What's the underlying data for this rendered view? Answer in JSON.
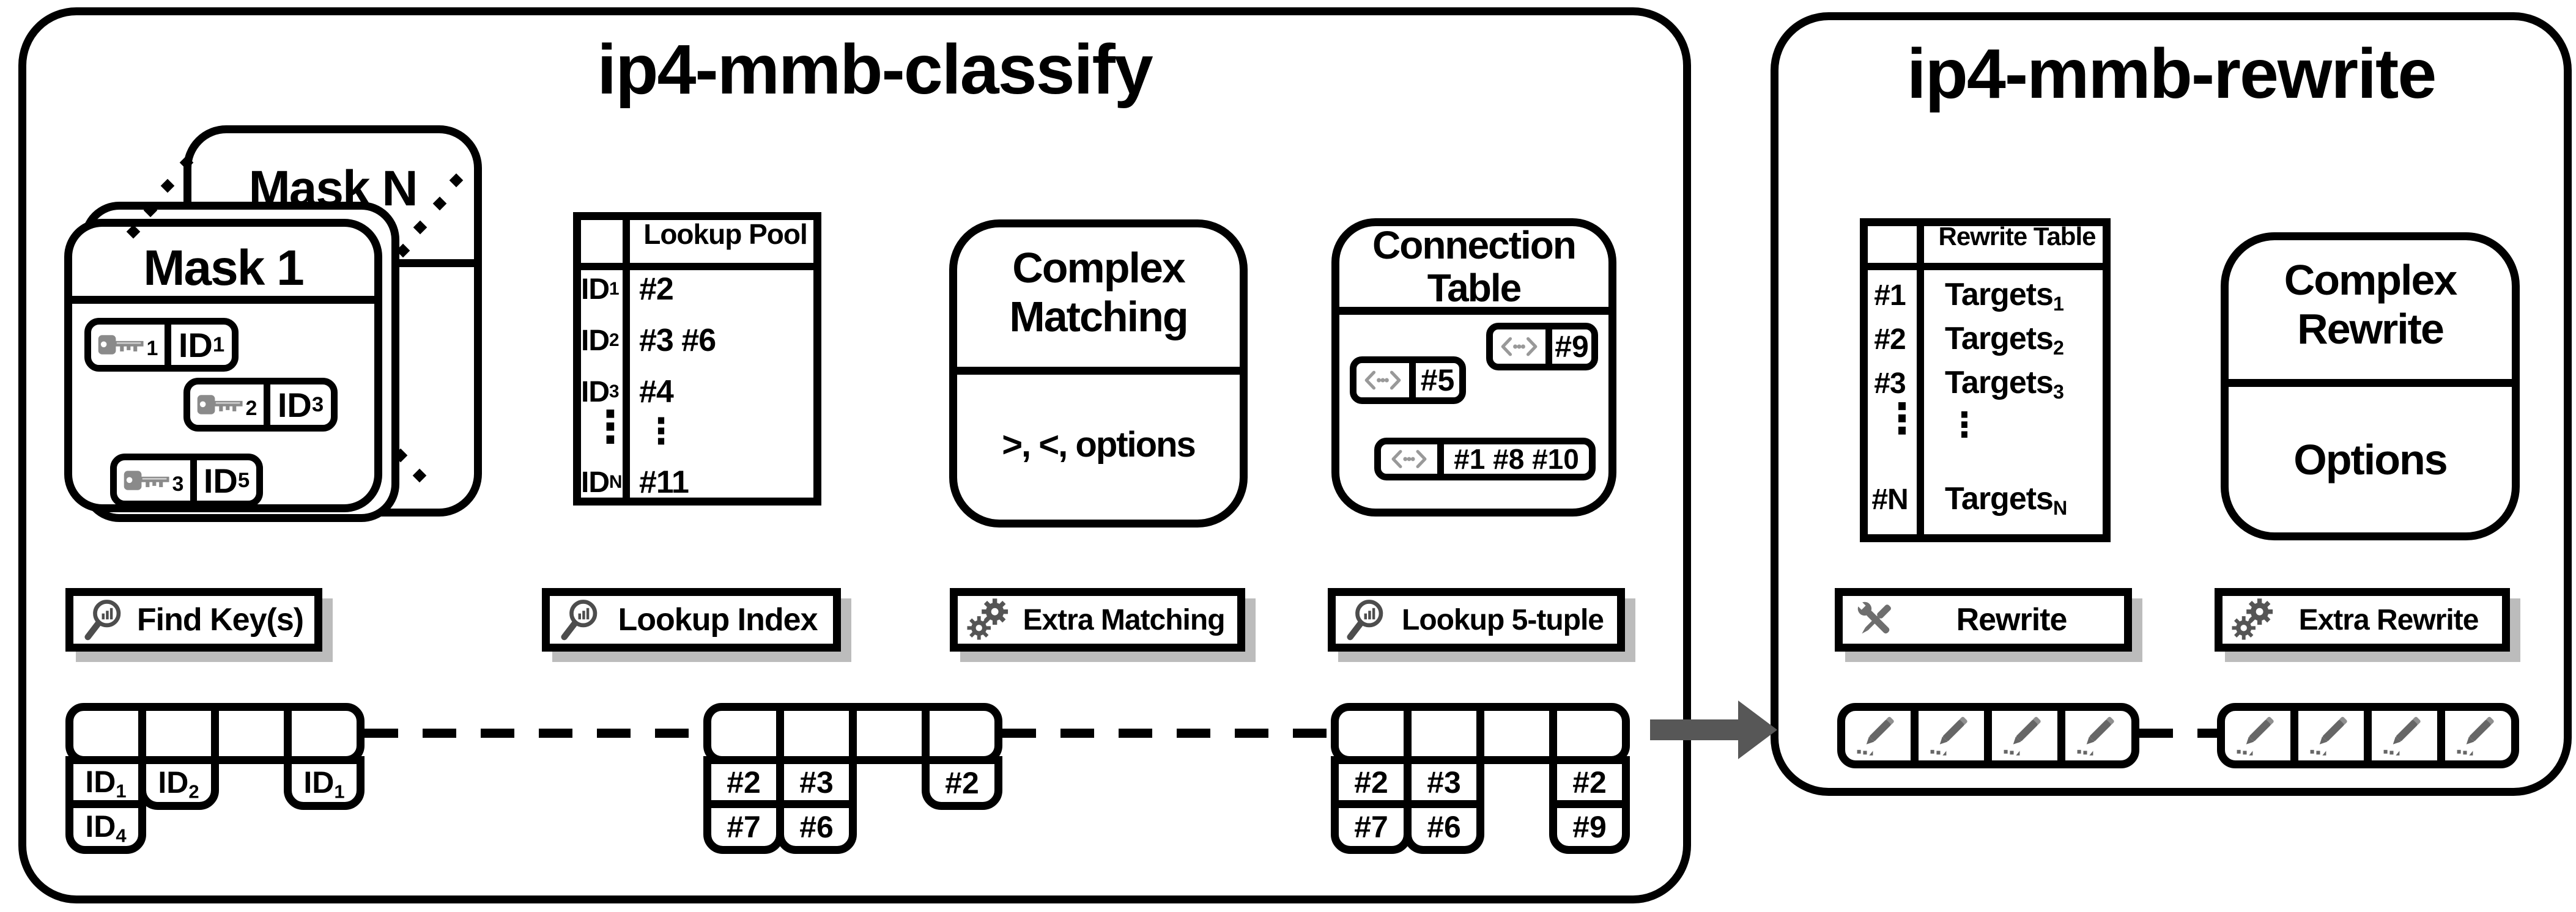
{
  "colors": {
    "stroke": "#000000",
    "background": "#ffffff",
    "icon_gray": "#5a5a5a",
    "key_gray": "#8a8a8a",
    "flow_gray": "#999999",
    "pencil_gray": "#666666",
    "button_shadow": "#bcbcbc",
    "arrow_gray": "#575757"
  },
  "icons": {
    "key": "key-icon",
    "search": "magnifier-chart-icon",
    "gears": "gears-icon",
    "tools": "wrench-screwdriver-icon",
    "connection": "flow-brackets-icon",
    "packet_edit": "pencil-icon"
  },
  "classify": {
    "title": "ip4-mmb-classify",
    "mask_back": "Mask N",
    "mask_front": "Mask 1",
    "keys": [
      {
        "key_sub": "1",
        "id_base": "ID",
        "id_sub": "1"
      },
      {
        "key_sub": "2",
        "id_base": "ID",
        "id_sub": "3"
      },
      {
        "key_sub": "3",
        "id_base": "ID",
        "id_sub": "5"
      }
    ],
    "lookup_pool": {
      "header": "Lookup Pool",
      "ellipsis": "⋮",
      "rows": [
        {
          "id_base": "ID",
          "id_sub": "1",
          "value": "#2"
        },
        {
          "id_base": "ID",
          "id_sub": "2",
          "value": "#3 #6"
        },
        {
          "id_base": "ID",
          "id_sub": "3",
          "value": "#4"
        },
        {
          "id_base": "ID",
          "id_sub": "N",
          "value": "#11"
        }
      ]
    },
    "complex_matching": {
      "title": "Complex Matching",
      "content": ">, <, options"
    },
    "connection_table": {
      "title": "Connection Table",
      "entries": [
        "#5",
        "#9",
        "#1 #8 #10"
      ]
    },
    "buttons": {
      "find_keys": "Find Key(s)",
      "lookup_index": "Lookup Index",
      "extra_matching": "Extra Matching",
      "lookup_5tuple": "Lookup 5-tuple"
    },
    "packet_chains": {
      "chain1": {
        "tabs": [
          {
            "base": "ID",
            "sub": "1"
          },
          {
            "base": "ID",
            "sub": "4"
          },
          {
            "base": "ID",
            "sub": "2"
          },
          {
            "base": "ID",
            "sub": "1"
          }
        ]
      },
      "chain2": {
        "tabs": [
          "#2",
          "#7",
          "#3",
          "#6",
          "#2"
        ]
      },
      "chain3": {
        "tabs": [
          "#2",
          "#7",
          "#3",
          "#6",
          "#2",
          "#9"
        ]
      }
    }
  },
  "rewrite": {
    "title": "ip4-mmb-rewrite",
    "rewrite_table": {
      "header": "Rewrite Table",
      "ellipsis": "⋮",
      "rows": [
        {
          "idx": "#1",
          "base": "Targets",
          "sub": "1"
        },
        {
          "idx": "#2",
          "base": "Targets",
          "sub": "2"
        },
        {
          "idx": "#3",
          "base": "Targets",
          "sub": "3"
        },
        {
          "idx": "#N",
          "base": "Targets",
          "sub": "N"
        }
      ]
    },
    "complex_rewrite": {
      "title": "Complex Rewrite",
      "content": "Options"
    },
    "buttons": {
      "rewrite": "Rewrite",
      "extra_rewrite": "Extra Rewrite"
    }
  }
}
